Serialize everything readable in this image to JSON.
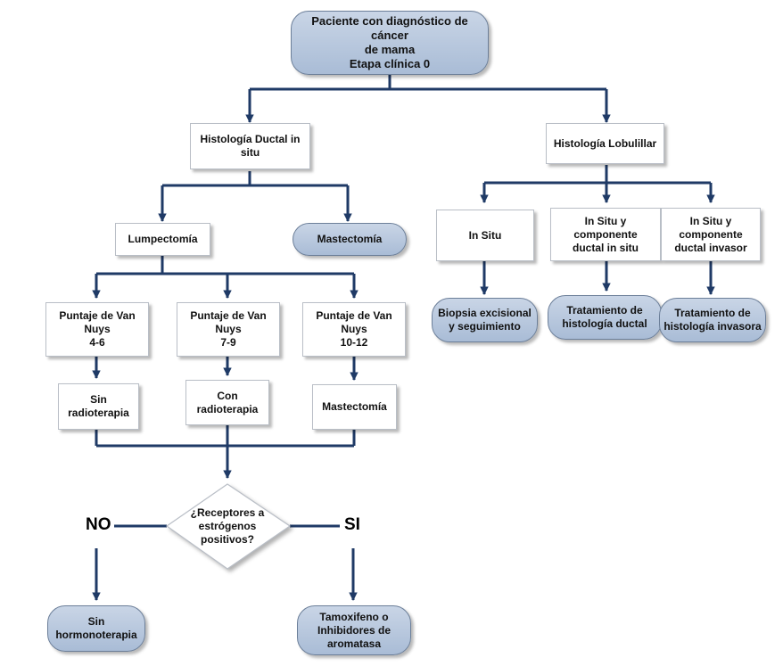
{
  "nodes": {
    "root": "Paciente con diagnóstico de cáncer\nde mama\nEtapa clínica 0",
    "histologia_ductal": "Histología Ductal in\nsitu",
    "histologia_lobulillar": "Histología Lobulillar",
    "lumpectomia": "Lumpectomía",
    "mastectomia_ductal": "Mastectomía",
    "in_situ": "In Situ",
    "in_situ_ductal_in_situ": "In Situ y\ncomponente\nductal in situ",
    "in_situ_ductal_invasor": "In Situ y\ncomponente\nductal invasor",
    "biopsia": "Biopsia excisional\ny seguimiento",
    "tratamiento_ductal": "Tratamiento de\nhistología ductal",
    "tratamiento_invasora": "Tratamiento de\nhistología invasora",
    "van_nuys_1": "Puntaje de Van\nNuys\n4-6",
    "van_nuys_2": "Puntaje de Van\nNuys\n7-9",
    "van_nuys_3": "Puntaje de Van\nNuys\n10-12",
    "sin_radioterapia": "Sin\nradioterapia",
    "con_radioterapia": "Con\nradioterapia",
    "mastectomia_van_nuys": "Mastectomía",
    "receptores": "¿Receptores a\nestrógenos\npositivos?",
    "sin_hormonoterapia": "Sin\nhormonoterapia",
    "tamoxifeno": "Tamoxifeno o\nInhibidores de\naromatasa"
  },
  "labels": {
    "no": "NO",
    "si": "SI"
  },
  "colors": {
    "line": "#1f3a66",
    "pill_fill": "#b4c5dc",
    "pill_border": "#6c7f99",
    "rect_border": "#b9bec6"
  }
}
